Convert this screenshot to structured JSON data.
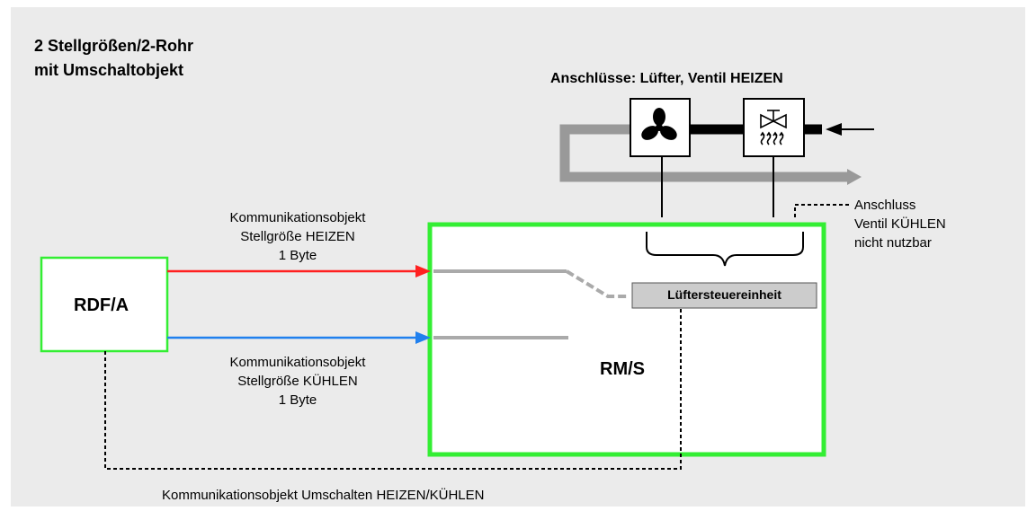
{
  "title": {
    "line1": "2 Stellgrößen/2-Rohr",
    "line2": "mit Umschaltobjekt"
  },
  "ports_title": "Anschlüsse: Lüfter, Ventil HEIZEN",
  "rdf_label": "RDF/A",
  "rms_label": "RM/S",
  "fan_unit_label": "Lüftersteuereinheit",
  "heat_object": {
    "line1": "Kommunikationsobjekt",
    "line2": "Stellgröße HEIZEN",
    "line3": "1 Byte"
  },
  "cool_object": {
    "line1": "Kommunikationsobjekt",
    "line2": "Stellgröße KÜHLEN",
    "line3": "1 Byte"
  },
  "cool_port_note": {
    "line1": "Anschluss",
    "line2": "Ventil KÜHLEN",
    "line3": "nicht nutzbar"
  },
  "switch_object": "Kommunikationsobjekt Umschalten HEIZEN/KÜHLEN",
  "icons": {
    "fan": "fan-icon",
    "valve": "heating-valve-icon"
  },
  "colors": {
    "background": "#ebebeb",
    "device_border": "#33ee33",
    "heat_line": "#ff2020",
    "cool_line": "#2080ee",
    "pipe": "#999999",
    "fan_unit_fill": "#cccccc"
  }
}
